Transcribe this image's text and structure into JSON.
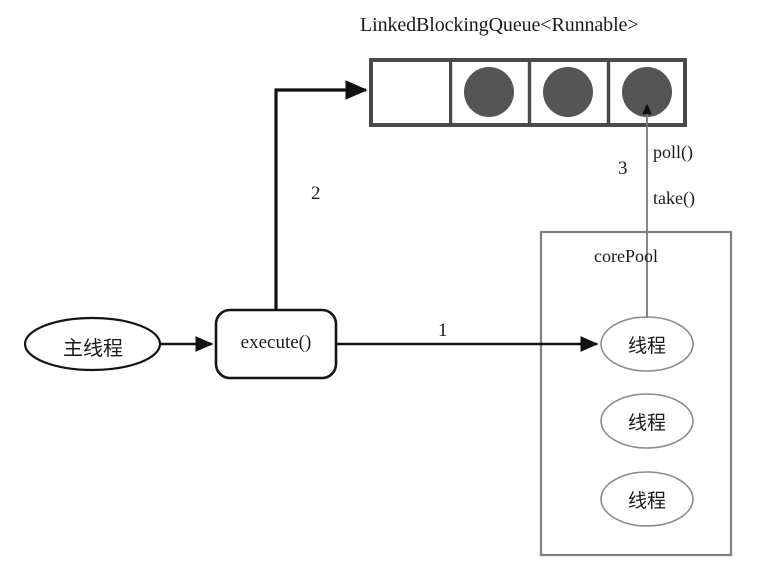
{
  "diagram": {
    "title": "LinkedBlockingQueue<Runnable>",
    "queue": {
      "label": "LinkedBlockingQueue<Runnable>",
      "cells": [
        {
          "index": 0,
          "filled": false,
          "task": ""
        },
        {
          "index": 1,
          "filled": true,
          "task": "task"
        },
        {
          "index": 2,
          "filled": true,
          "task": "task"
        },
        {
          "index": 3,
          "filled": true,
          "task": "task"
        }
      ],
      "cell_count": 4,
      "filled_count": 3
    },
    "nodes": {
      "main_thread": "主线程",
      "execute": "execute()",
      "core_pool": "corePool",
      "threads": [
        "线程",
        "线程",
        "线程"
      ]
    },
    "edges": [
      {
        "id": "step-1",
        "step": "1",
        "from": "execute()",
        "to": "线程",
        "labels": []
      },
      {
        "id": "step-2",
        "step": "2",
        "from": "execute()",
        "to": "LinkedBlockingQueue<Runnable>",
        "labels": []
      },
      {
        "id": "step-3",
        "step": "3",
        "from": "线程",
        "to": "LinkedBlockingQueue<Runnable>",
        "labels": [
          "poll()",
          "take()"
        ]
      }
    ],
    "step_labels": {
      "one": "1",
      "two": "2",
      "three": "3"
    },
    "method_labels": {
      "poll": "poll()",
      "take": "take()"
    },
    "colors": {
      "background": "#ffffff",
      "stroke_dark": "#1a1a1a",
      "queue_border": "#4a4a4a",
      "task_fill": "#555555",
      "pool_border": "#808080",
      "thread_border": "#8c8c8c",
      "thin_line": "#7a7a7a",
      "text": "#1a1a1a"
    }
  }
}
